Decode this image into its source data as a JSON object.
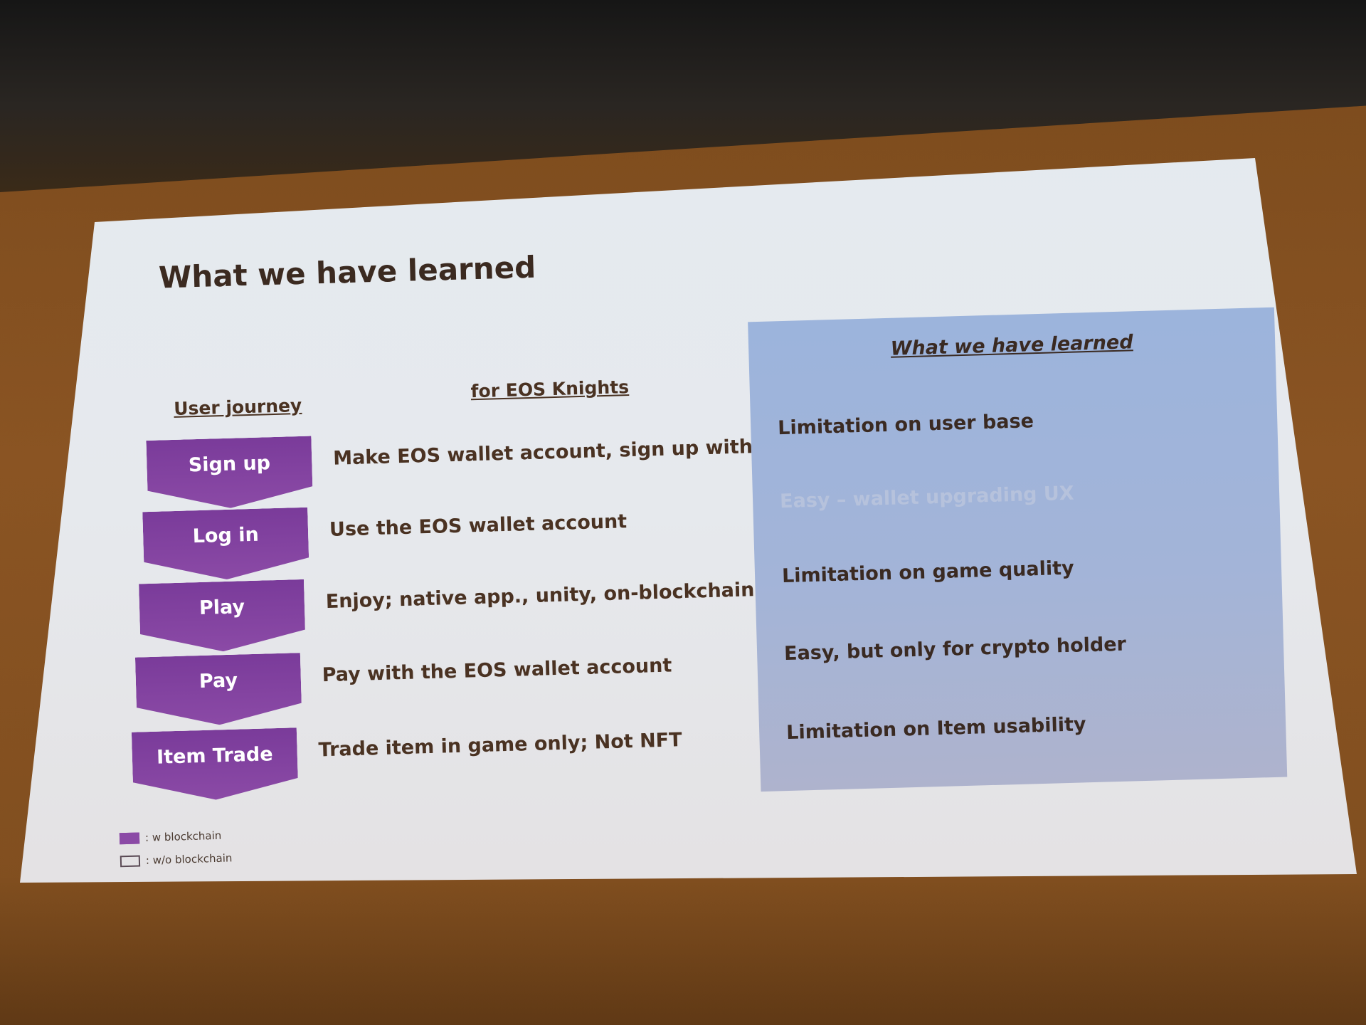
{
  "slide": {
    "title": "What we have learned",
    "columns": {
      "journey": "User journey",
      "eos": "for EOS Knights"
    },
    "steps": [
      {
        "label": "Sign up",
        "description": "Make EOS wallet account, sign up with it"
      },
      {
        "label": "Log in",
        "description": "Use the EOS wallet account"
      },
      {
        "label": "Play",
        "description": "Enjoy; native app., unity, on-blockchain"
      },
      {
        "label": "Pay",
        "description": "Pay with the EOS wallet account"
      },
      {
        "label": "Item Trade",
        "description": "Trade item in game only; Not NFT"
      }
    ],
    "learned_panel": {
      "heading": "What we have learned",
      "items": [
        "Limitation on user base",
        "Easy – wallet upgrading UX",
        "Limitation on game quality",
        "Easy, but only for crypto holder",
        "Limitation on Item usability"
      ]
    },
    "legend": {
      "with": ": w blockchain",
      "without": ": w/o blockchain"
    },
    "colors": {
      "chevron": "#8b4aa6",
      "panel": "#a3b4d8",
      "text": "#4a3222"
    }
  }
}
